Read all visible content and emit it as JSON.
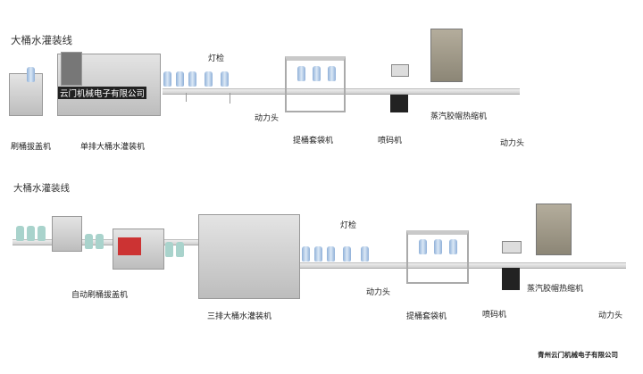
{
  "line1": {
    "title": "大桶水灌装线",
    "watermark": "云门机械电子有限公司",
    "labels": {
      "brush": "刷桶拔盖机",
      "filler": "单排大桶水灌装机",
      "inspect": "灯检",
      "power1": "动力头",
      "bagger": "提桶套袋机",
      "inkjet": "喷码机",
      "shrink": "蒸汽胶帽热缩机",
      "power2": "动力头"
    }
  },
  "line2": {
    "title": "大桶水灌装线",
    "labels": {
      "brush": "自动刷桶拔盖机",
      "filler": "三排大桶水灌装机",
      "inspect": "灯检",
      "power1": "动力头",
      "bagger": "提桶套袋机",
      "inkjet": "喷码机",
      "shrink": "蒸汽胶帽热缩机",
      "power2": "动力头"
    }
  },
  "footer": "青州云门机械电子有限公司"
}
